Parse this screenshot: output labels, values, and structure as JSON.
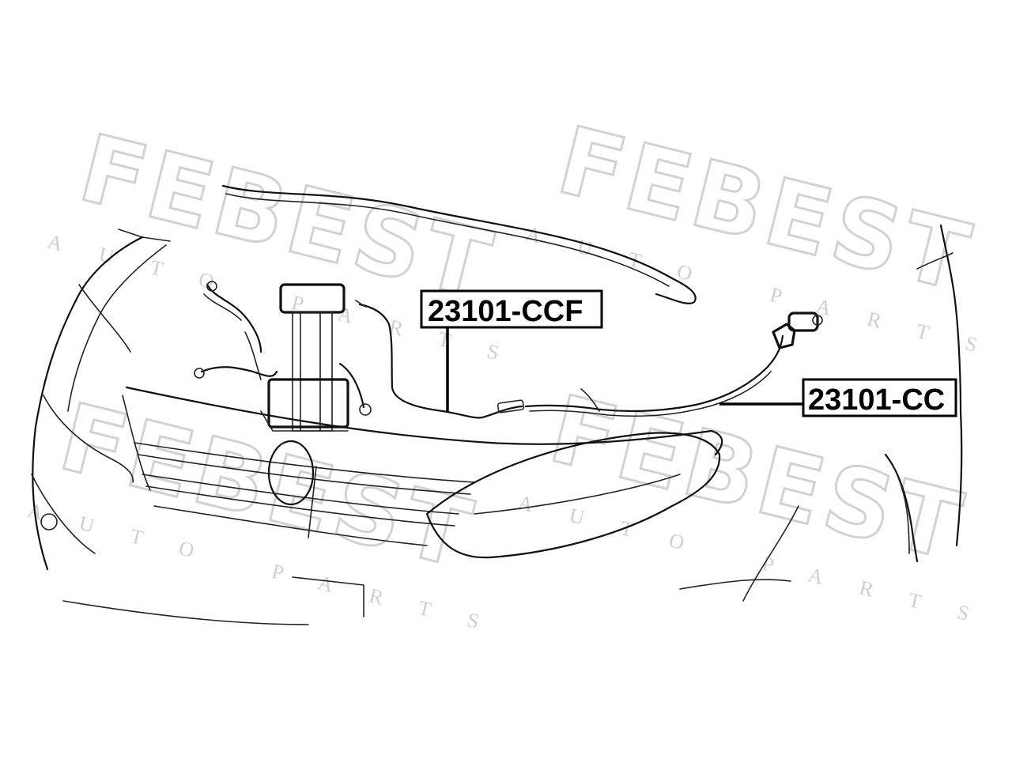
{
  "watermark": {
    "brand": "FEBEST",
    "tagline": "AUTO PARTS",
    "color": "#d2d2d2"
  },
  "callouts": [
    {
      "part_number": "23101-CCF"
    },
    {
      "part_number": "23101-CC"
    }
  ],
  "colors": {
    "ink": "#111111",
    "background": "#ffffff"
  }
}
